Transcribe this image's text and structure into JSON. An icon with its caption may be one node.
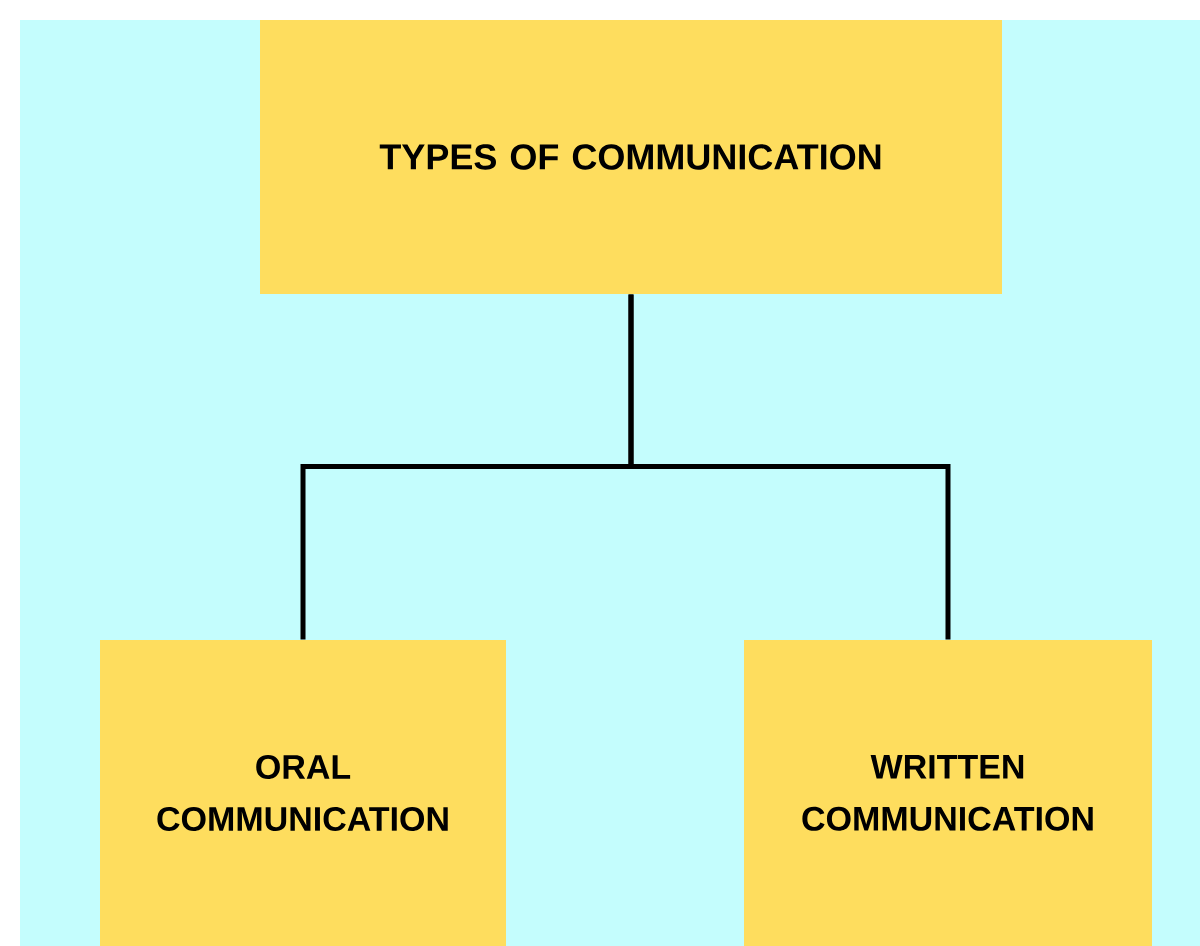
{
  "diagram": {
    "nodes": [
      {
        "text": [
          "TYPES OF COMMUNICATION"
        ]
      },
      {
        "text": [
          "ORAL COMMUNICATION"
        ]
      },
      {
        "text": [
          "WRITTEN COMMUNICATION"
        ]
      }
    ],
    "edges": [
      {
        "from": 0,
        "to": 1,
        "arrow": "none"
      },
      {
        "from": 0,
        "to": 2,
        "arrow": "none"
      }
    ]
  }
}
